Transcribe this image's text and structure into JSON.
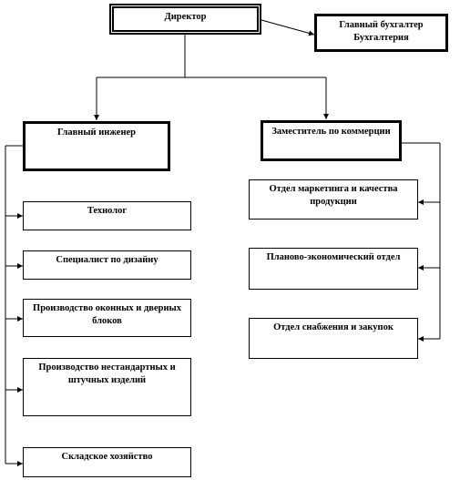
{
  "colors": {
    "line": "#000000",
    "background": "#ffffff",
    "text": "#000000"
  },
  "boxes": {
    "director": "Директор",
    "chief_accountant": "Главный бухгалтер Бухгалтерия",
    "chief_engineer": "Главный инженер",
    "deputy_commerce": "Заместитель по коммерции",
    "technologist": "Технолог",
    "design_specialist": "Специалист по дизайну",
    "window_door_production": "Производство оконных и дверных блоков",
    "nonstandard_production": "Производство нестандартных и штучных изделий",
    "warehouse": "Складское хозяйство",
    "marketing_quality": "Отдел маркетинга и качества продукции",
    "planning_economic": "Планово-экономический отдел",
    "supply_purchasing": "Отдел снабжения и закупок"
  }
}
